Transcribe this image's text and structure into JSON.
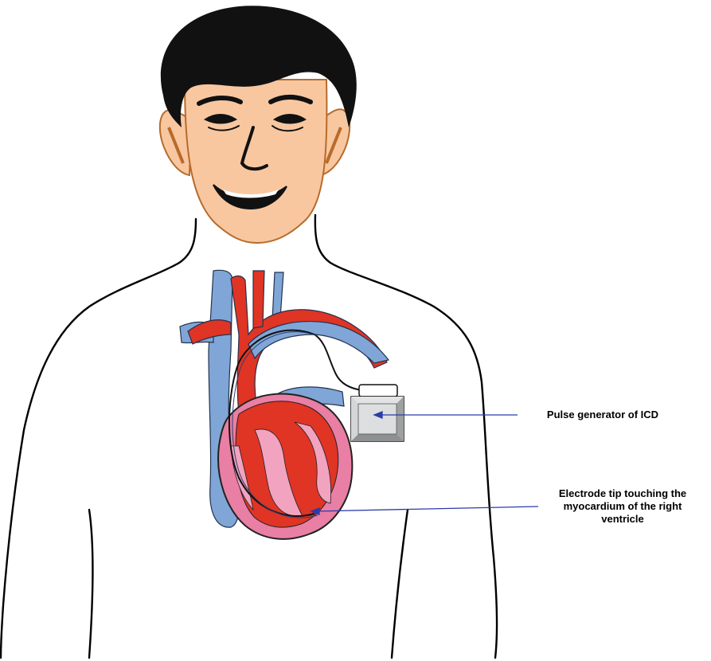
{
  "labels": {
    "pulse_generator": "Pulse generator of ICD",
    "electrode_tip_line1": "Electrode tip touching the",
    "electrode_tip_line2": "myocardium of the right",
    "electrode_tip_line3": "ventricle"
  },
  "colors": {
    "skin": "#f8c7a0",
    "skin_outline": "#b86b2a",
    "hair": "#111111",
    "artery_red": "#e03424",
    "vein_blue": "#7fa6d6",
    "heart_pink": "#e97fa4",
    "pointer_line": "#2c3ca8",
    "device_gray": "#c9cbcc"
  }
}
